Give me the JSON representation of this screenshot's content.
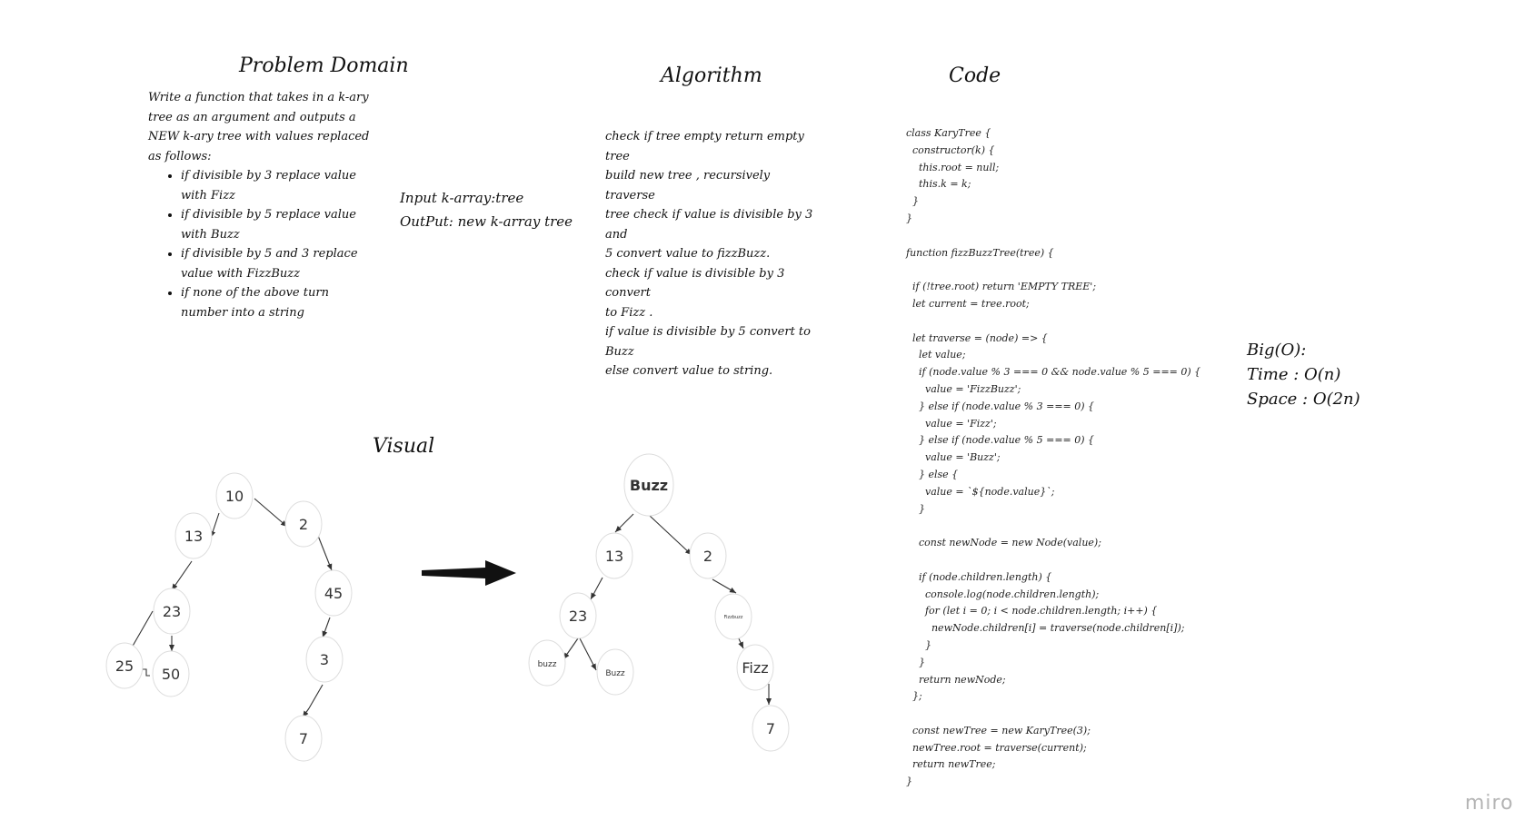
{
  "sections": {
    "problem_domain": {
      "title": "Problem Domain",
      "intro": "Write a function that takes in a k-ary tree as an argument and outputs a NEW k-ary tree with values replaced as follows:",
      "bullets": [
        "if divisible by 3 replace value with Fizz",
        "if divisible by 5 replace value with Buzz",
        "if divisible by 5 and 3 replace value with FizzBuzz",
        "if none of the above turn number into a string"
      ]
    },
    "io": {
      "input": "Input k-array:tree",
      "output": "OutPut: new k-array tree"
    },
    "algorithm": {
      "title": "Algorithm",
      "lines": [
        "check if tree empty  return empty tree",
        "build new tree , recursively traverse",
        "tree check if value is divisible by 3 and",
        "5 convert value to fizzBuzz.",
        "check if value is divisible by 3 convert",
        "to Fizz .",
        "if value is divisible by 5  convert to",
        "Buzz",
        "else convert value to string."
      ]
    },
    "code": {
      "title": "Code",
      "lines": [
        "class KaryTree {",
        "  constructor(k) {",
        "    this.root = null;",
        "    this.k = k;",
        "  }",
        "}",
        "",
        "function fizzBuzzTree(tree) {",
        "",
        "  if (!tree.root) return 'EMPTY TREE';",
        "  let current = tree.root;",
        "",
        "  let traverse = (node) => {",
        "    let value;",
        "    if (node.value % 3 === 0 && node.value % 5 === 0) {",
        "      value = 'FizzBuzz';",
        "    } else if (node.value % 3 === 0) {",
        "      value = 'Fizz';",
        "    } else if (node.value % 5 === 0) {",
        "      value = 'Buzz';",
        "    } else {",
        "      value = `${node.value}`;",
        "    }",
        "",
        "    const newNode = new Node(value);",
        "",
        "    if (node.children.length) {",
        "      console.log(node.children.length);",
        "      for (let i = 0; i < node.children.length; i++) {",
        "        newNode.children[i] = traverse(node.children[i]);",
        "      }",
        "    }",
        "    return newNode;",
        "  };",
        "",
        "  const newTree = new KaryTree(3);",
        "  newTree.root = traverse(current);",
        "  return newTree;",
        "}"
      ]
    },
    "big_o": {
      "title": "Big(O):",
      "time": "Time : O(n)",
      "space": "Space : O(2n)"
    },
    "visual": {
      "title": "Visual",
      "input_tree_nodes": [
        "10",
        "13",
        "2",
        "23",
        "45",
        "25",
        "50",
        "3",
        "7"
      ],
      "output_tree_nodes": [
        "Buzz",
        "13",
        "2",
        "23",
        "Fizzbuzz",
        "buzz",
        "Buzz",
        "Fizz",
        "7"
      ]
    }
  },
  "branding": {
    "logo": "miro"
  }
}
